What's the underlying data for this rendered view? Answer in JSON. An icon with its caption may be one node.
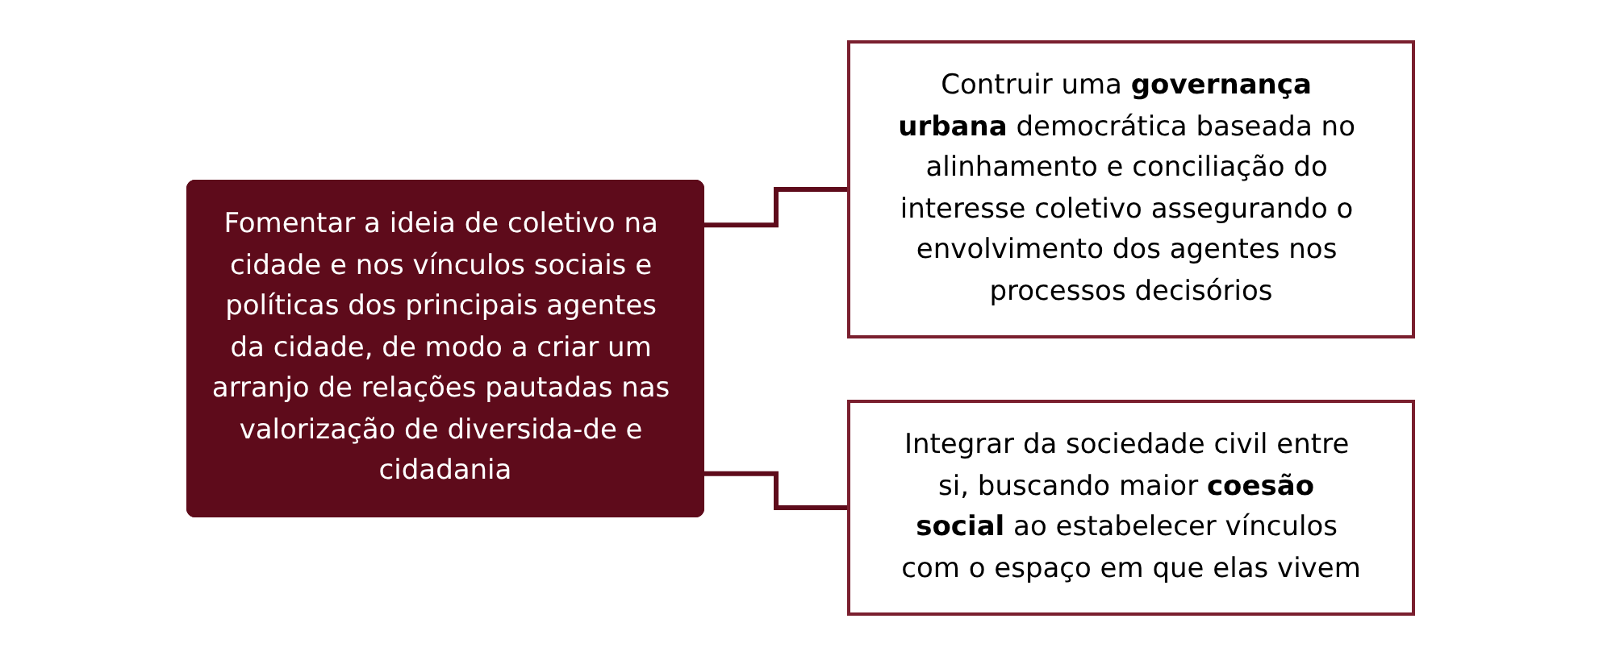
{
  "diagram": {
    "nodes": [
      {
        "text": [
          "Fomentar a ideia de coletivo na cidade e nos vínculos sociais e políticas dos principais agentes da cidade, de modo a criar um arranjo de relações pautadas nas valorização de diversida-de e cidadania"
        ]
      },
      {
        "text": [
          "Contruir uma **governança urbana** democrática baseada no alinhamento e conciliação do interesse coletivo assegurando o envolvimento dos agentes nos processos decisórios"
        ]
      },
      {
        "text": [
          "Integrar da sociedade civil entre si, buscando maior **coesão social** ao estabelecer vínculos com o espaço em que elas vivem"
        ]
      }
    ],
    "edges": [
      {
        "from": 0,
        "to": 1,
        "arrow": "none"
      },
      {
        "from": 0,
        "to": 2,
        "arrow": "none"
      }
    ]
  }
}
